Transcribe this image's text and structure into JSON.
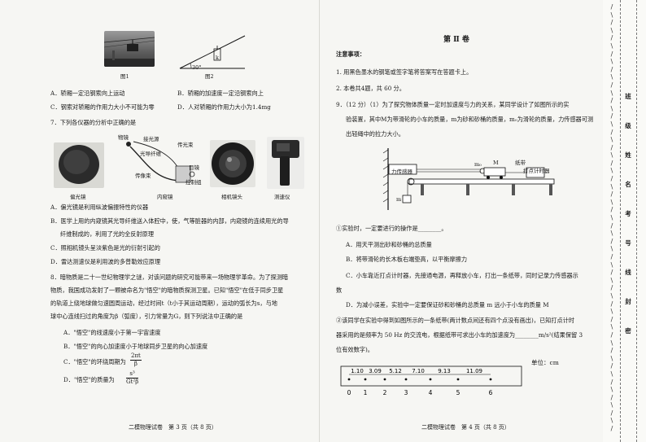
{
  "left": {
    "fig_caption_1": "图1",
    "fig_caption_2": "图2",
    "angle_label": "30°",
    "weight_label": "k",
    "q6_options": [
      "A．轿厢一定沿钢索向上运动",
      "B．轿厢的加速度一定沿钢索向上",
      "C．钢索对轿厢的作用力大小不可能为零",
      "D．人对轿厢的作用力大小为1.4mg"
    ],
    "q7_stem": "7．下列各仪器的分析中正确的是",
    "q7_images": [
      "偏光镜",
      "内窥镜",
      "相机镜头",
      "测速仪"
    ],
    "endo_labels": [
      "物镜",
      "接光源",
      "传光束",
      "光导纤维",
      "传像束",
      "目镜",
      "控制组"
    ],
    "q7_options": [
      "A．偏光镜是利用纵波偏振特性的仪器",
      "B．医学上用的内窥镜其光导纤维送入体腔中，使，气等脏器的内部，内窥镜的连续用光的导",
      "纤维制成的，利用了光的全反射原理",
      "C．照相机镜头呈淡紫色是光的衍射引起的",
      "D．雷达测速仪是利用波的多普勒效应原理"
    ],
    "q8_stem": [
      "8．暗物质是二十一世纪物理学之谜，对该问题的研究可能带来一场物理学革命。为了探测暗",
      "物质，我国成功发射了一颗被命名为\"悟空\"的暗物质探测卫星。已知\"悟空\"在低于同步卫星",
      "的轨道上绕地球做匀速圆周运动，经过时间t（t小于其运动周期），运动的弧长为s，与地",
      "球中心连线扫过的角度为β（弧度），引力常量为G，则下列说法中正确的是"
    ],
    "q8_options": [
      "A．\"悟空\"的线速度小于第一宇宙速度",
      "B．\"悟空\"的向心加速度小于地球同步卫星的向心加速度",
      "C．\"悟空\"的环绕周期为",
      "D．\"悟空\"的质量为"
    ],
    "q8_formula_c": {
      "num": "2πt",
      "den": "β"
    },
    "q8_formula_d": {
      "num": "s³",
      "den": "Gt²β"
    },
    "footer": "二模物理试卷　第 3 页（共 8 页）"
  },
  "right": {
    "section_title": "第 Ⅱ 卷",
    "notes_title": "注意事项：",
    "notes": [
      "1. 用黑色墨水的钢笔或签字笔将答案写在答题卡上。",
      "2. 本卷共4题，共 60 分。"
    ],
    "q9_stem": [
      "9．（12 分）（1）为了探究物体质量一定时加速度与力的关系，某同学设计了如图所示的实",
      "验装置，其中M为带滑轮的小车的质量，m为砂和砂桶的质量，m₀为滑轮的质量，力传感器可测",
      "出轻绳中的拉力大小。"
    ],
    "apparatus_labels": {
      "sensor": "力传感器",
      "m0": "m₀",
      "cart": "M",
      "tape": "纸带",
      "timer": "打点计时器",
      "bucket": "m"
    },
    "q9_part1": "①实验时，一定要进行的操作是________。",
    "q9_options": [
      "A．用天平测出砂和砂桶的总质量",
      "B．将带滑轮的长木板右端垫高，以平衡摩擦力",
      "C．小车靠近打点计时器，先接通电源，再释放小车，打出一条纸带，同时记录力传感器示",
      "数",
      "D．为减小误差，实验中一定要保证砂和砂桶的总质量 m 远小于小车的质量 M"
    ],
    "q9_part2": [
      "②该同学在实验中得到如图所示的一条纸带(两计数点间还有四个点没有画出)，已知打点计时",
      "器采用的是频率为 50 Hz 的交流电，根据纸带可求出小车的加速度为________m/s²(结果保留 3",
      "位有效数字)。"
    ],
    "tape_unit": "单位：cm",
    "tape_segments": [
      "1.10",
      "3.09",
      "5.12",
      "7.10",
      "9.13",
      "11.09"
    ],
    "tape_points": [
      "0",
      "1",
      "2",
      "3",
      "4",
      "5",
      "6"
    ],
    "footer": "二模物理试卷　第 4 页（共 8 页）"
  },
  "binding": {
    "chars": [
      "班",
      "级",
      "姓",
      "名",
      "考",
      "号",
      "线",
      "封",
      "密"
    ]
  }
}
